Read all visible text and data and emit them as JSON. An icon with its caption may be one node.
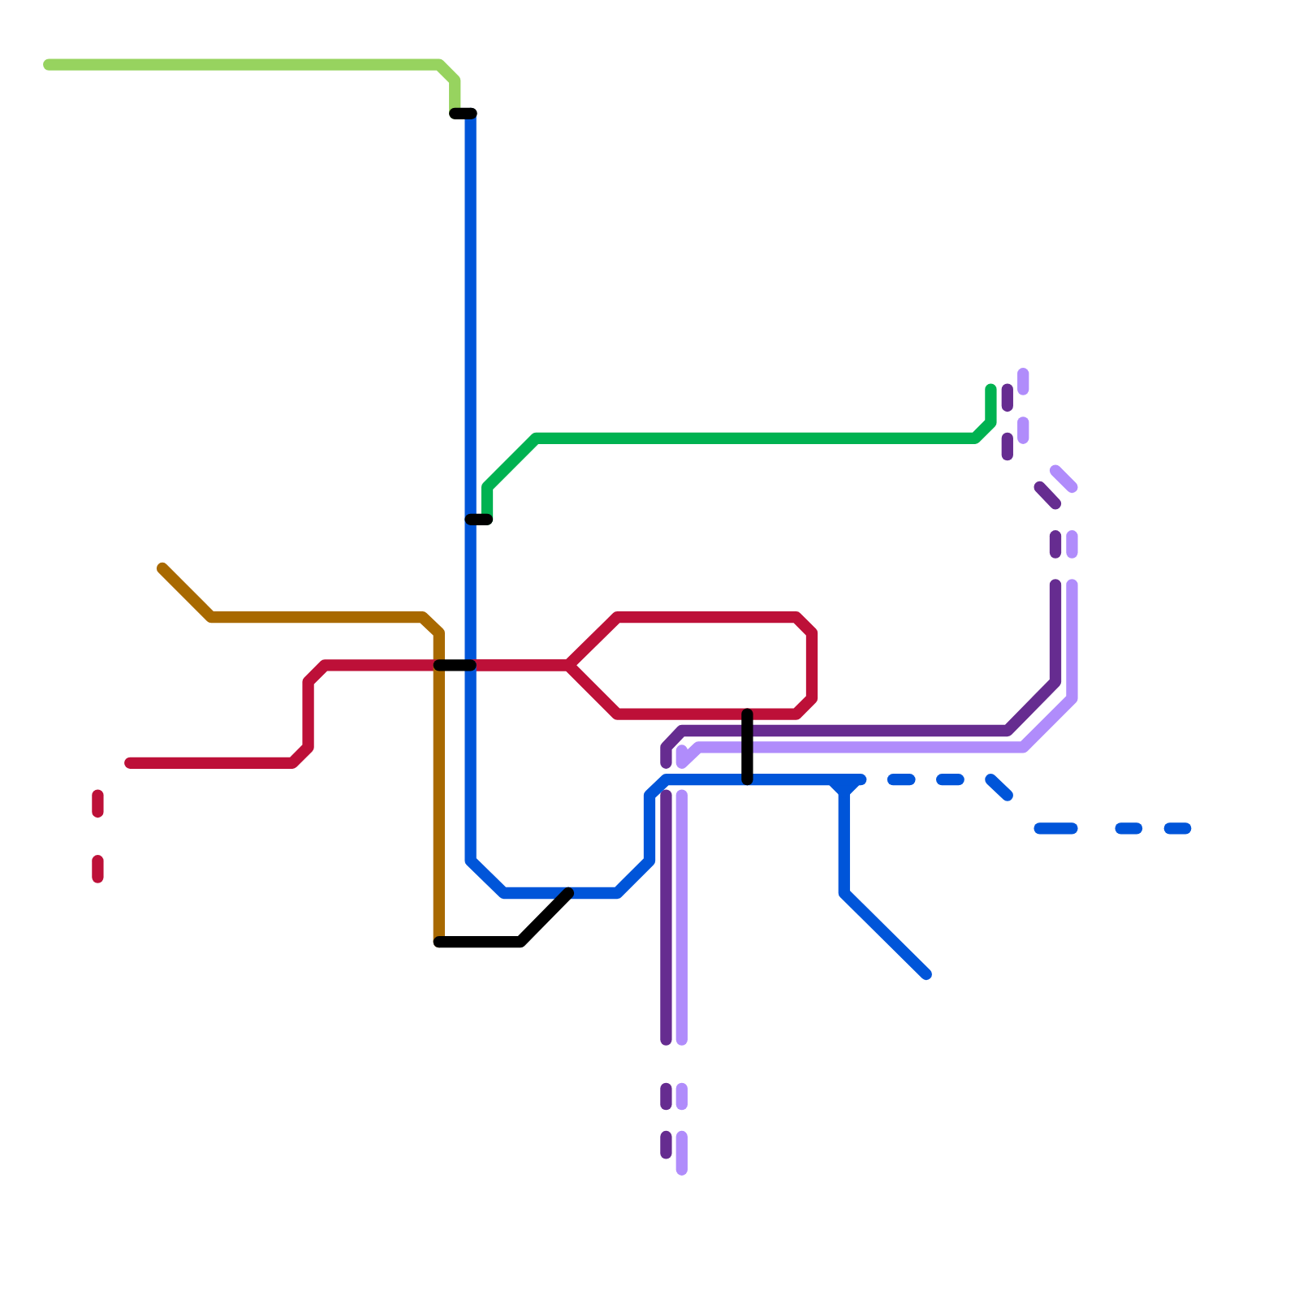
{
  "diagram": {
    "nodes": [
      {
        "text": [],
        "shape": "bar"
      },
      {
        "text": [],
        "shape": "bar"
      },
      {
        "text": [],
        "shape": "bar"
      },
      {
        "text": [],
        "shape": "bar"
      },
      {
        "text": [],
        "shape": "bar"
      }
    ],
    "edges": [
      {
        "from": null,
        "to": 0,
        "arrow": "none",
        "color": "#97d35f"
      },
      {
        "from": 0,
        "to": 1,
        "arrow": "none",
        "color": "#0055d9"
      },
      {
        "from": 1,
        "to": null,
        "arrow": "none",
        "color": "#00b251"
      },
      {
        "from": 1,
        "to": 2,
        "arrow": "none",
        "color": "#0055d9"
      },
      {
        "from": null,
        "to": 2,
        "arrow": "none",
        "color": "#a86900"
      },
      {
        "from": null,
        "to": 2,
        "arrow": "none",
        "color": "#bd1038"
      },
      {
        "from": 2,
        "to": 3,
        "arrow": "none",
        "color": "#bd1038"
      },
      {
        "from": 2,
        "to": 3,
        "arrow": "none",
        "color": "#bd1038"
      },
      {
        "from": 2,
        "to": 4,
        "arrow": "none",
        "color": "#a86900"
      },
      {
        "from": 2,
        "to": 4,
        "arrow": "none",
        "color": "#0055d9"
      },
      {
        "from": 4,
        "to": 3,
        "arrow": "none",
        "color": "#0055d9"
      },
      {
        "from": null,
        "to": 3,
        "arrow": "none",
        "color": "#662c90"
      },
      {
        "from": null,
        "to": 3,
        "arrow": "none",
        "color": "#b08cfb"
      },
      {
        "from": 3,
        "to": null,
        "arrow": "none",
        "color": "#662c90"
      },
      {
        "from": 3,
        "to": null,
        "arrow": "none",
        "color": "#b08cfb"
      },
      {
        "from": 3,
        "to": null,
        "arrow": "none",
        "color": "#0055d9"
      }
    ]
  }
}
